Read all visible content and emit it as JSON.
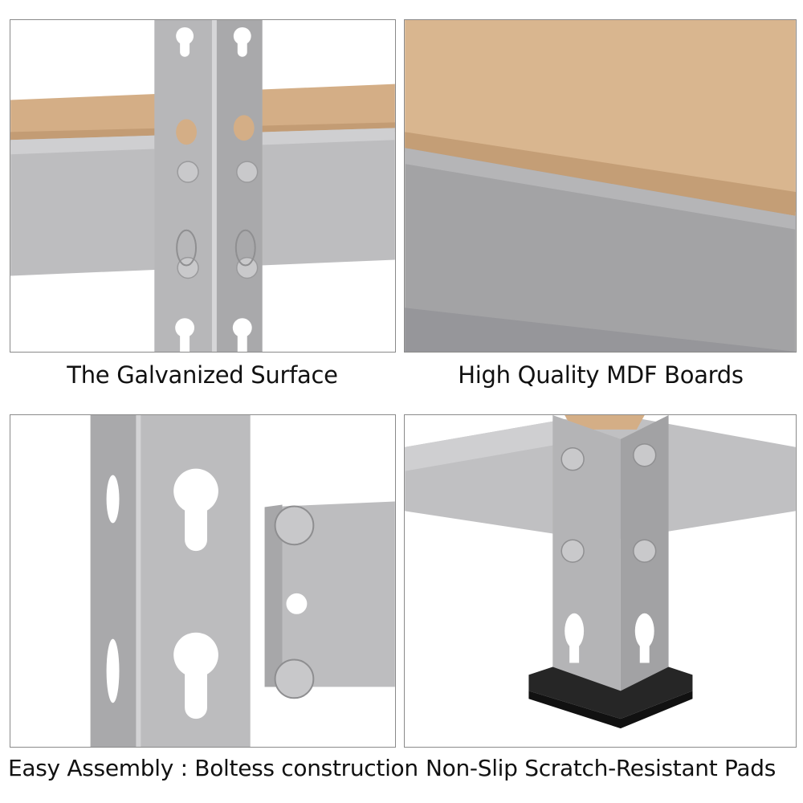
{
  "captions": {
    "galvanized": "The Galvanized Surface",
    "mdf": "High Quality MDF Boards",
    "assembly": "Easy Assembly : Boltess construction",
    "pads": "Non-Slip Scratch-Resistant Pads"
  },
  "colors": {
    "steel": "#b4b4b6",
    "steel_light": "#c8c8ca",
    "steel_dark": "#9a9a9c",
    "mdf": "#d8b48e",
    "mdf_edge": "#caa47c",
    "pad": "#1f1f1f"
  }
}
